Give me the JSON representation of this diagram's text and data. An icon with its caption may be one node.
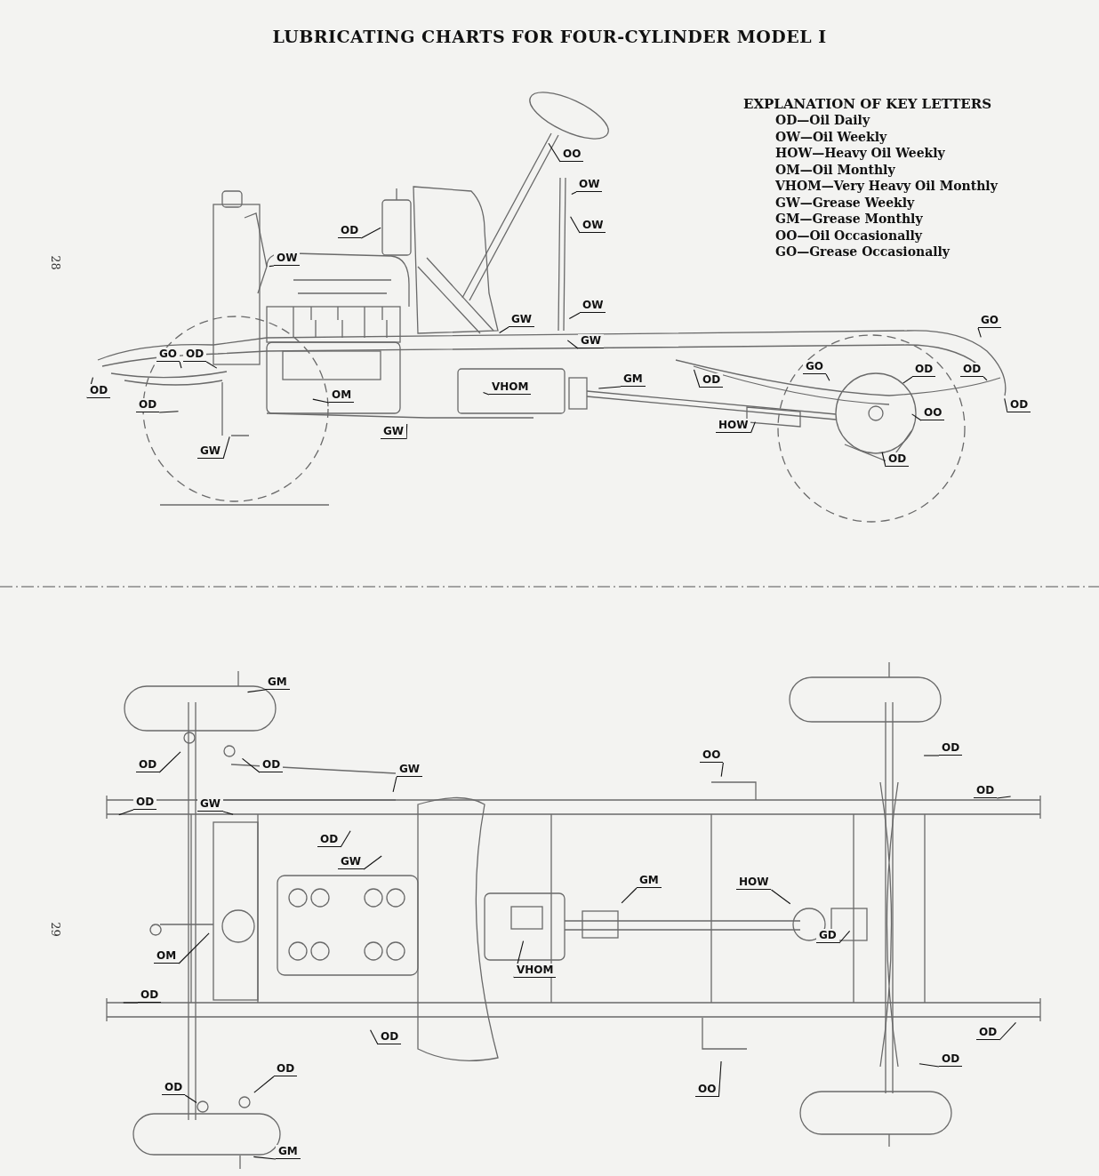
{
  "diagram": {
    "title": "LUBRICATING CHARTS FOR FOUR-CYLINDER MODEL I",
    "nodes": [
      {
        "text": [
          "OO"
        ]
      },
      {
        "text": [
          "OW"
        ]
      },
      {
        "text": [
          "OW"
        ]
      },
      {
        "text": [
          "OD"
        ]
      },
      {
        "text": [
          "OW"
        ]
      },
      {
        "text": [
          "GW"
        ]
      },
      {
        "text": [
          "OW"
        ]
      },
      {
        "text": [
          "GW"
        ]
      },
      {
        "text": [
          "GO"
        ]
      },
      {
        "text": [
          "GO"
        ]
      },
      {
        "text": [
          "OD"
        ]
      },
      {
        "text": [
          "OM"
        ]
      },
      {
        "text": [
          "OD"
        ]
      },
      {
        "text": [
          "GO"
        ]
      },
      {
        "text": [
          "OD"
        ]
      },
      {
        "text": [
          "OD"
        ]
      },
      {
        "text": [
          "OD"
        ]
      },
      {
        "text": [
          "GM"
        ]
      },
      {
        "text": [
          "VHOM"
        ]
      },
      {
        "text": [
          "OD"
        ]
      },
      {
        "text": [
          "OD"
        ]
      },
      {
        "text": [
          "OO"
        ]
      },
      {
        "text": [
          "HOW"
        ]
      },
      {
        "text": [
          "GW"
        ]
      },
      {
        "text": [
          "GW"
        ]
      },
      {
        "text": [
          "OD"
        ]
      },
      {
        "text": [
          "GM"
        ]
      },
      {
        "text": [
          "OD"
        ]
      },
      {
        "text": [
          "OO"
        ]
      },
      {
        "text": [
          "OD"
        ]
      },
      {
        "text": [
          "OD"
        ]
      },
      {
        "text": [
          "GW"
        ]
      },
      {
        "text": [
          "OD"
        ]
      },
      {
        "text": [
          "OD"
        ]
      },
      {
        "text": [
          "GW"
        ]
      },
      {
        "text": [
          "OD"
        ]
      },
      {
        "text": [
          "GW"
        ]
      },
      {
        "text": [
          "GM"
        ]
      },
      {
        "text": [
          "HOW"
        ]
      },
      {
        "text": [
          "GD"
        ]
      },
      {
        "text": [
          "OM"
        ]
      },
      {
        "text": [
          "VHOM"
        ]
      },
      {
        "text": [
          "OD"
        ]
      },
      {
        "text": [
          "OD"
        ]
      },
      {
        "text": [
          "OD"
        ]
      },
      {
        "text": [
          "OD"
        ]
      },
      {
        "text": [
          "OO"
        ]
      },
      {
        "text": [
          "OD"
        ]
      },
      {
        "text": [
          "OD"
        ]
      },
      {
        "text": [
          "GM"
        ]
      }
    ],
    "edges": [
      {
        "from": 0,
        "to": null,
        "arrow": "none"
      },
      {
        "from": 1,
        "to": null,
        "arrow": "none"
      },
      {
        "from": 2,
        "to": null,
        "arrow": "none"
      },
      {
        "from": 3,
        "to": null,
        "arrow": "none"
      },
      {
        "from": 4,
        "to": null,
        "arrow": "none"
      },
      {
        "from": 5,
        "to": null,
        "arrow": "none"
      },
      {
        "from": 6,
        "to": null,
        "arrow": "none"
      },
      {
        "from": 7,
        "to": null,
        "arrow": "none"
      },
      {
        "from": 8,
        "to": null,
        "arrow": "none"
      },
      {
        "from": 9,
        "to": null,
        "arrow": "none"
      },
      {
        "from": 10,
        "to": null,
        "arrow": "none"
      },
      {
        "from": 11,
        "to": null,
        "arrow": "none"
      },
      {
        "from": 12,
        "to": null,
        "arrow": "none"
      },
      {
        "from": 13,
        "to": null,
        "arrow": "none"
      },
      {
        "from": 14,
        "to": null,
        "arrow": "none"
      },
      {
        "from": 15,
        "to": null,
        "arrow": "none"
      },
      {
        "from": 16,
        "to": null,
        "arrow": "none"
      },
      {
        "from": 17,
        "to": null,
        "arrow": "none"
      },
      {
        "from": 18,
        "to": null,
        "arrow": "none"
      },
      {
        "from": 19,
        "to": null,
        "arrow": "none"
      },
      {
        "from": 20,
        "to": null,
        "arrow": "none"
      },
      {
        "from": 21,
        "to": null,
        "arrow": "none"
      },
      {
        "from": 22,
        "to": null,
        "arrow": "none"
      },
      {
        "from": 23,
        "to": null,
        "arrow": "none"
      },
      {
        "from": 24,
        "to": null,
        "arrow": "none"
      },
      {
        "from": 25,
        "to": null,
        "arrow": "none"
      },
      {
        "from": 26,
        "to": null,
        "arrow": "none"
      },
      {
        "from": 27,
        "to": null,
        "arrow": "none"
      },
      {
        "from": 28,
        "to": null,
        "arrow": "none"
      },
      {
        "from": 29,
        "to": null,
        "arrow": "none"
      },
      {
        "from": 30,
        "to": null,
        "arrow": "none"
      },
      {
        "from": 31,
        "to": null,
        "arrow": "none"
      },
      {
        "from": 32,
        "to": null,
        "arrow": "none"
      },
      {
        "from": 33,
        "to": null,
        "arrow": "none"
      },
      {
        "from": 34,
        "to": null,
        "arrow": "none"
      },
      {
        "from": 35,
        "to": null,
        "arrow": "none"
      },
      {
        "from": 36,
        "to": null,
        "arrow": "none"
      },
      {
        "from": 37,
        "to": null,
        "arrow": "none"
      },
      {
        "from": 38,
        "to": null,
        "arrow": "none"
      },
      {
        "from": 39,
        "to": null,
        "arrow": "none"
      },
      {
        "from": 40,
        "to": null,
        "arrow": "none"
      },
      {
        "from": 41,
        "to": null,
        "arrow": "none"
      },
      {
        "from": 42,
        "to": null,
        "arrow": "none"
      },
      {
        "from": 43,
        "to": null,
        "arrow": "none"
      },
      {
        "from": 44,
        "to": null,
        "arrow": "none"
      },
      {
        "from": 45,
        "to": null,
        "arrow": "none"
      },
      {
        "from": 46,
        "to": null,
        "arrow": "none"
      },
      {
        "from": 47,
        "to": null,
        "arrow": "none"
      },
      {
        "from": 48,
        "to": null,
        "arrow": "none"
      },
      {
        "from": 49,
        "to": null,
        "arrow": "none"
      }
    ],
    "labels": [
      "EXPLANATION OF KEY LETTERS",
      "OD—Oil Daily",
      "OW—Oil Weekly",
      "HOW—Heavy Oil Weekly",
      "OM—Oil Monthly",
      "VHOM—Very Heavy Oil Monthly",
      "GW—Grease Weekly",
      "GM—Grease Monthly",
      "OO—Oil Occasionally",
      "GO—Grease Occasionally",
      "28",
      "29"
    ]
  }
}
